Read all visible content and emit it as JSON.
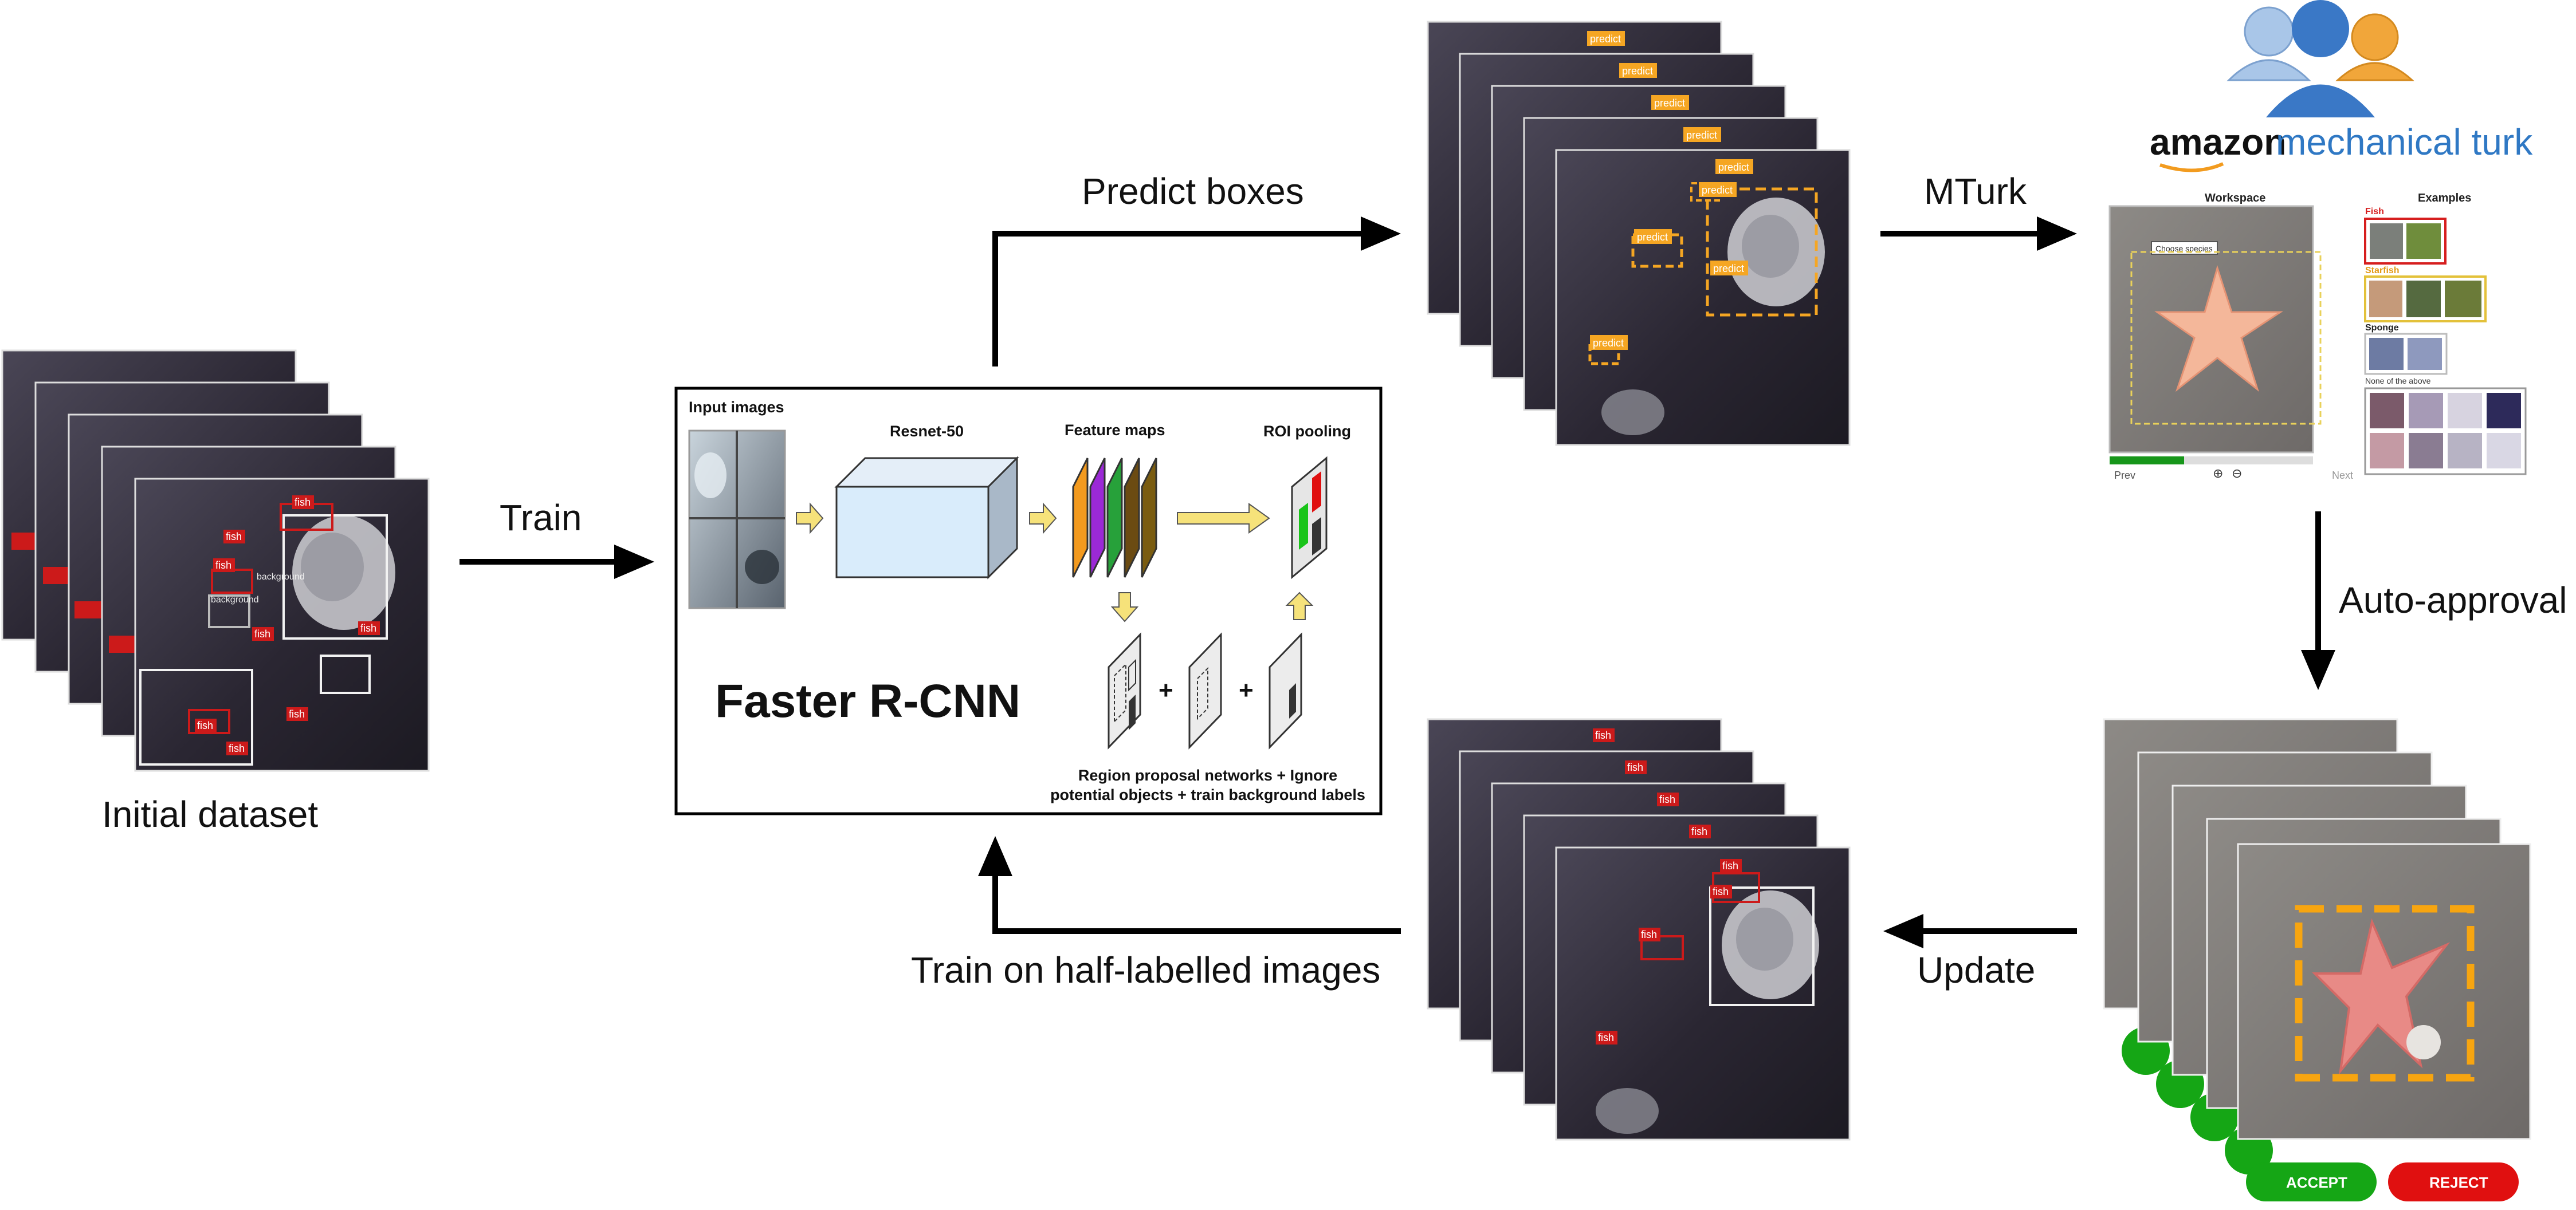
{
  "labels": {
    "initial_dataset": "Initial dataset",
    "train": "Train",
    "predict_boxes": "Predict boxes",
    "mturk": "MTurk",
    "auto_approval": "Auto-approval",
    "update": "Update",
    "train_half": "Train on half-labelled images"
  },
  "rcnn": {
    "title": "Faster R-CNN",
    "input_images": "Input images",
    "resnet": "Resnet-50",
    "feature_maps": "Feature maps",
    "roi_pooling": "ROI pooling",
    "rpn_line1": "Region proposal networks + Ignore",
    "rpn_line2": "potential objects + train background labels"
  },
  "dataset_tags": {
    "fish": "fish",
    "background": "background"
  },
  "predict_tag": "predict",
  "mturk_panel": {
    "brand_amazon": "amazon",
    "brand_rest": "mechanical turk",
    "workspace": "Workspace",
    "examples": "Examples",
    "ex_fish": "Fish",
    "ex_starfish": "Starfish",
    "ex_sponge": "Sponge",
    "ex_none": "None of the above",
    "dropdown": "Choose species",
    "prev": "Prev",
    "next": "Next"
  },
  "approval": {
    "accept": "ACCEPT",
    "reject": "REJECT"
  },
  "colors": {
    "accent_red": "#cc1a1a",
    "predict_orange": "#f5a623",
    "accept_green": "#15a615",
    "reject_red": "#e01010",
    "mturk_blue": "#2f78c4"
  }
}
